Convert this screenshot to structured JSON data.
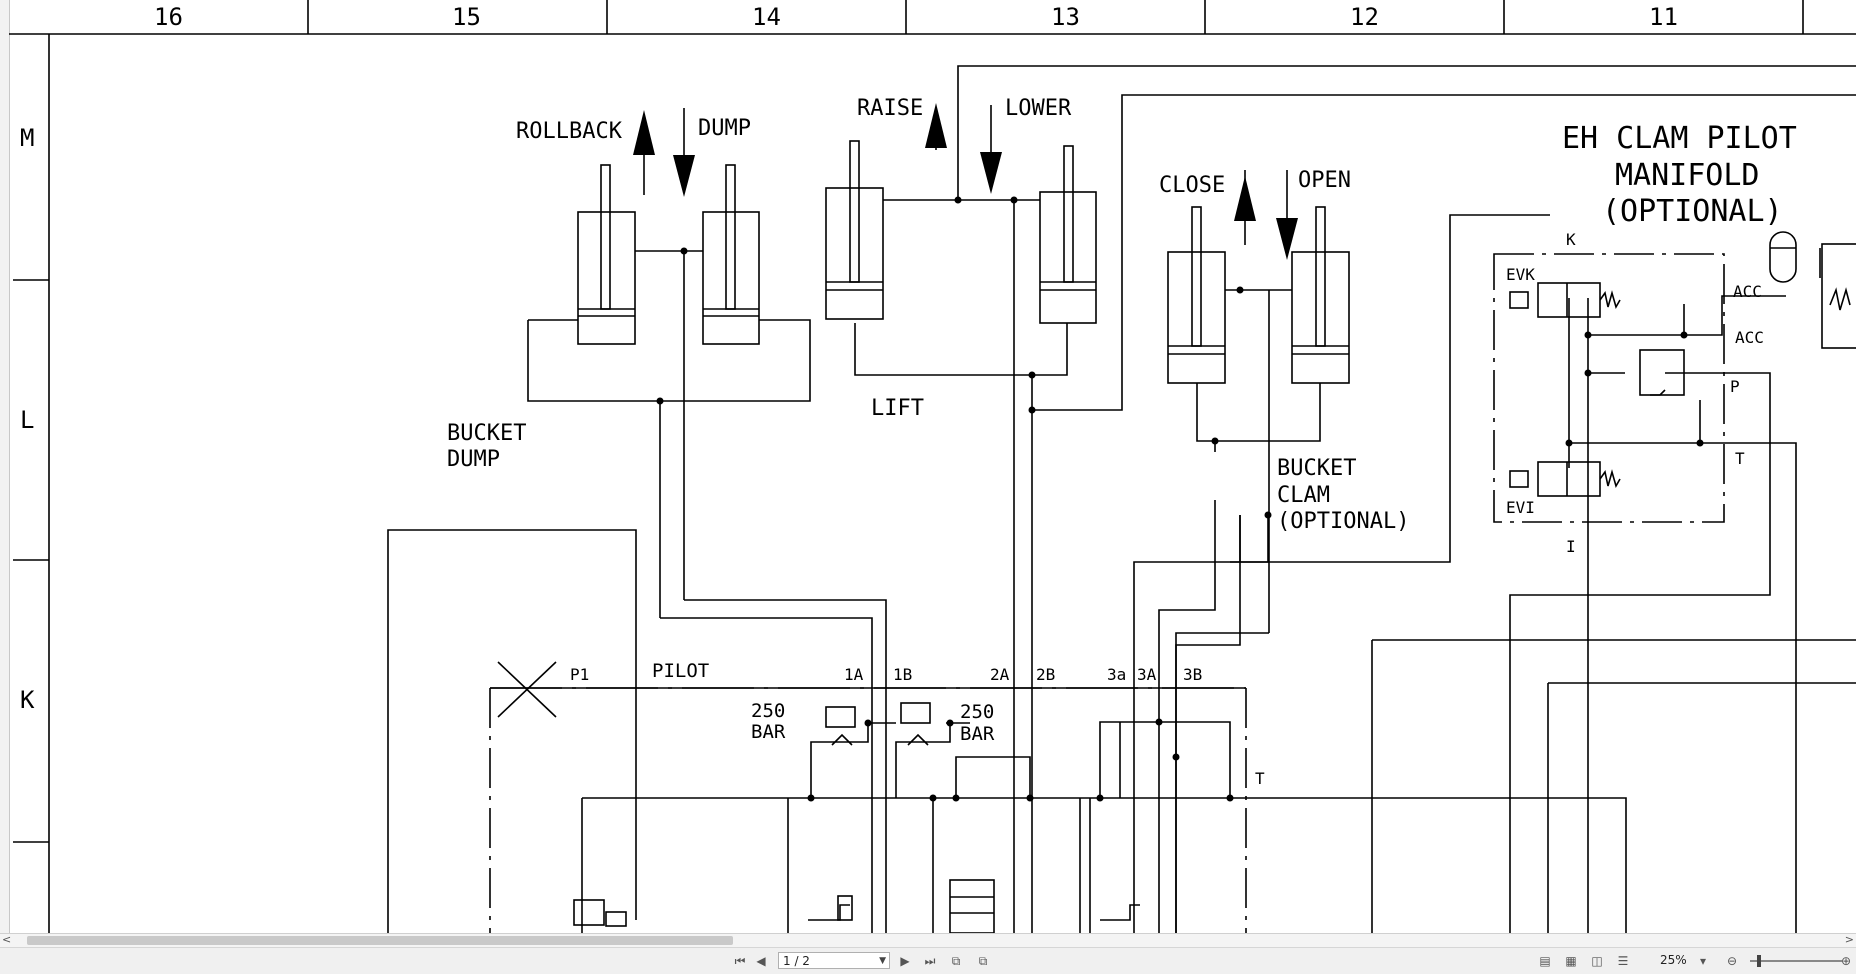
{
  "grid": {
    "columns": [
      "16",
      "15",
      "14",
      "13",
      "12",
      "11"
    ],
    "rows": [
      "M",
      "L",
      "K"
    ]
  },
  "labels": {
    "rollback": "ROLLBACK",
    "dump": "DUMP",
    "raise": "RAISE",
    "lower": "LOWER",
    "close": "CLOSE",
    "open": "OPEN",
    "lift": "LIFT",
    "bucket_dump": [
      "BUCKET",
      "DUMP"
    ],
    "bucket_clam": [
      "BUCKET",
      "CLAM",
      "(OPTIONAL)"
    ],
    "eh_clam": [
      "EH CLAM PILOT",
      "MANIFOLD",
      "(OPTIONAL)"
    ],
    "k": "K",
    "evk": "EVK",
    "evi": "EVI",
    "acc": "ACC",
    "acc2": "ACC",
    "p": "P",
    "t_right": "T",
    "i": "I",
    "p1": "P1",
    "pilot": "PILOT",
    "port_1a": "1A",
    "port_1b": "1B",
    "port_2a": "2A",
    "port_2b": "2B",
    "port_3a_lower": "3a",
    "port_3a": "3A",
    "port_3b": "3B",
    "relief1_value": "250",
    "relief1_unit": "BAR",
    "relief2_value": "250",
    "relief2_unit": "BAR",
    "t_valve": "T"
  },
  "viewer": {
    "page_indicator": "1 / 2",
    "zoom": "25%",
    "scroll_left": "<",
    "scroll_right": ">"
  }
}
